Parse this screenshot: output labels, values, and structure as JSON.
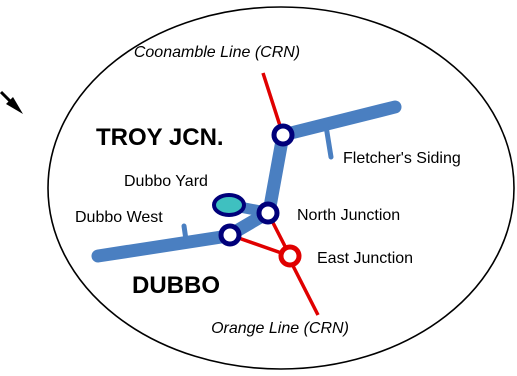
{
  "colors": {
    "main_line": "#4A7FC1",
    "crn_line": "#E00000",
    "station_ring": "#00007A",
    "east_junction_ring": "#E00000",
    "yard_fill": "#3FC0C0",
    "ellipse_stroke": "#000000",
    "background": "#FFFFFF"
  },
  "labels": {
    "coonamble_line": "Coonamble Line (CRN)",
    "troy_jcn": "TROY JCN.",
    "fletchers_siding": "Fletcher's Siding",
    "dubbo_yard": "Dubbo Yard",
    "dubbo_west": "Dubbo West",
    "north_junction": "North Junction",
    "east_junction": "East Junction",
    "dubbo": "DUBBO",
    "orange_line": "Orange Line (CRN)"
  },
  "icons": {
    "pointer": "arrow-pointer-icon"
  }
}
